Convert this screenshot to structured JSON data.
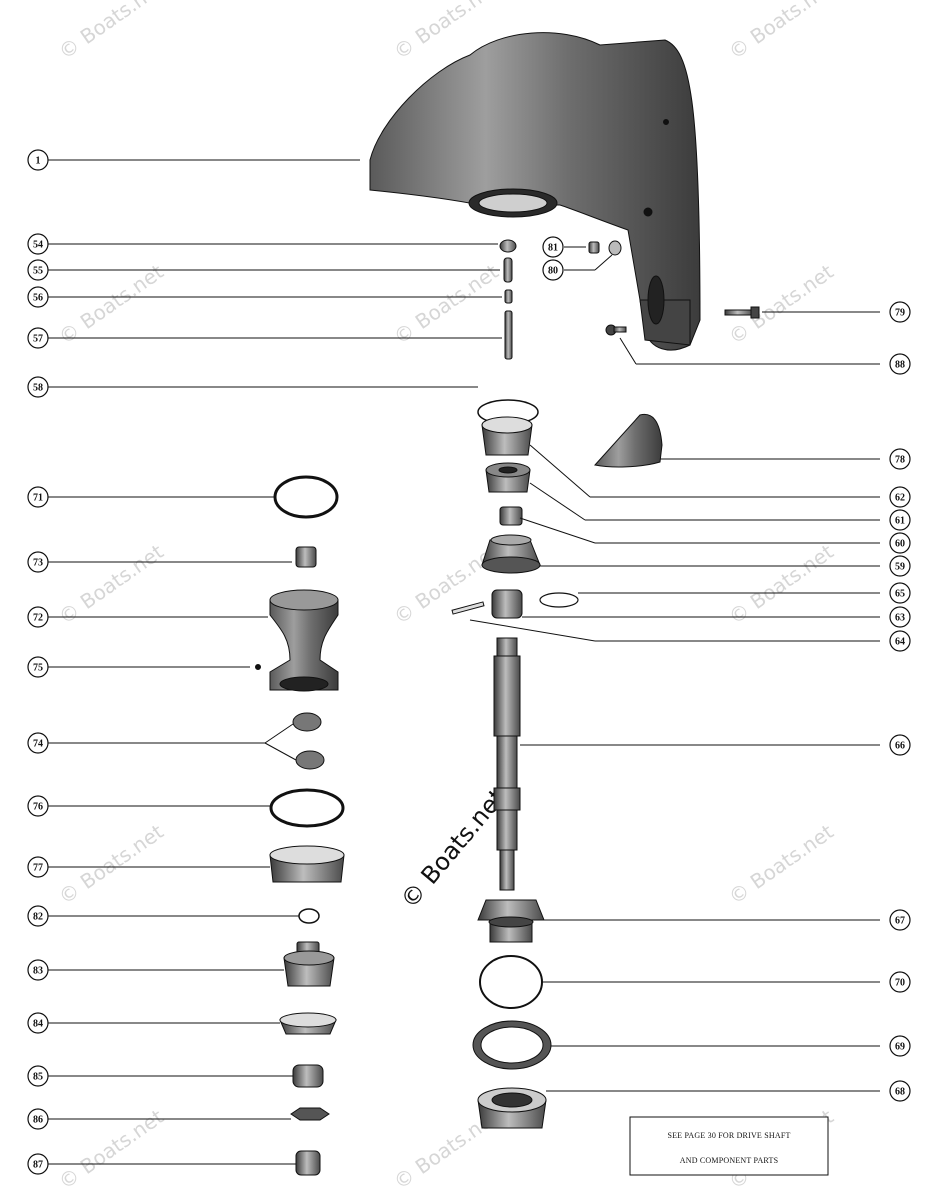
{
  "watermark": {
    "small_text": "© Boats.net",
    "main_text": "© Boats.net"
  },
  "note": {
    "line1": "SEE PAGE 30 FOR DRIVE SHAFT",
    "line2": "AND COMPONENT PARTS"
  },
  "callouts": {
    "c1": "1",
    "c54": "54",
    "c55": "55",
    "c56": "56",
    "c57": "57",
    "c58": "58",
    "c81": "81",
    "c80": "80",
    "c79": "79",
    "c88": "88",
    "c78": "78",
    "c62": "62",
    "c61": "61",
    "c60": "60",
    "c59": "59",
    "c65": "65",
    "c63": "63",
    "c64": "64",
    "c66": "66",
    "c67": "67",
    "c70": "70",
    "c69": "69",
    "c68": "68",
    "c71": "71",
    "c73": "73",
    "c72": "72",
    "c75": "75",
    "c74": "74",
    "c76": "76",
    "c77": "77",
    "c82": "82",
    "c83": "83",
    "c84": "84",
    "c85": "85",
    "c86": "86",
    "c87": "87"
  }
}
